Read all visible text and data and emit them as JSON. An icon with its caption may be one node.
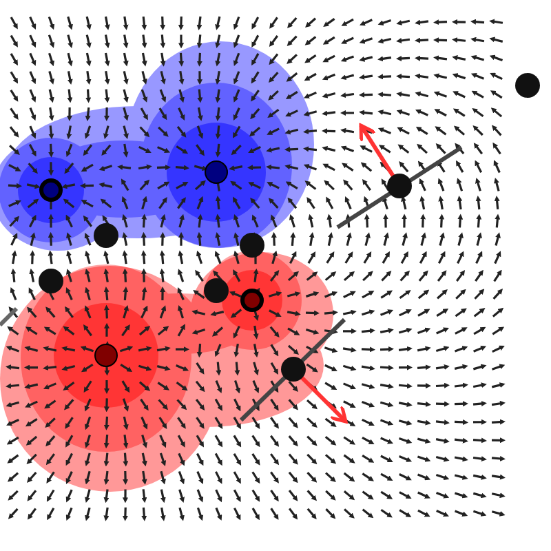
{
  "diagram": {
    "nodes": [
      {
        "text": [],
        "shape": "circle"
      },
      {
        "text": [],
        "shape": "circle"
      },
      {
        "text": [],
        "shape": "circle"
      },
      {
        "text": [],
        "shape": "circle"
      },
      {
        "text": [],
        "shape": "circle"
      },
      {
        "text": [],
        "shape": "circle"
      },
      {
        "text": [],
        "shape": "circle"
      }
    ]
  }
}
